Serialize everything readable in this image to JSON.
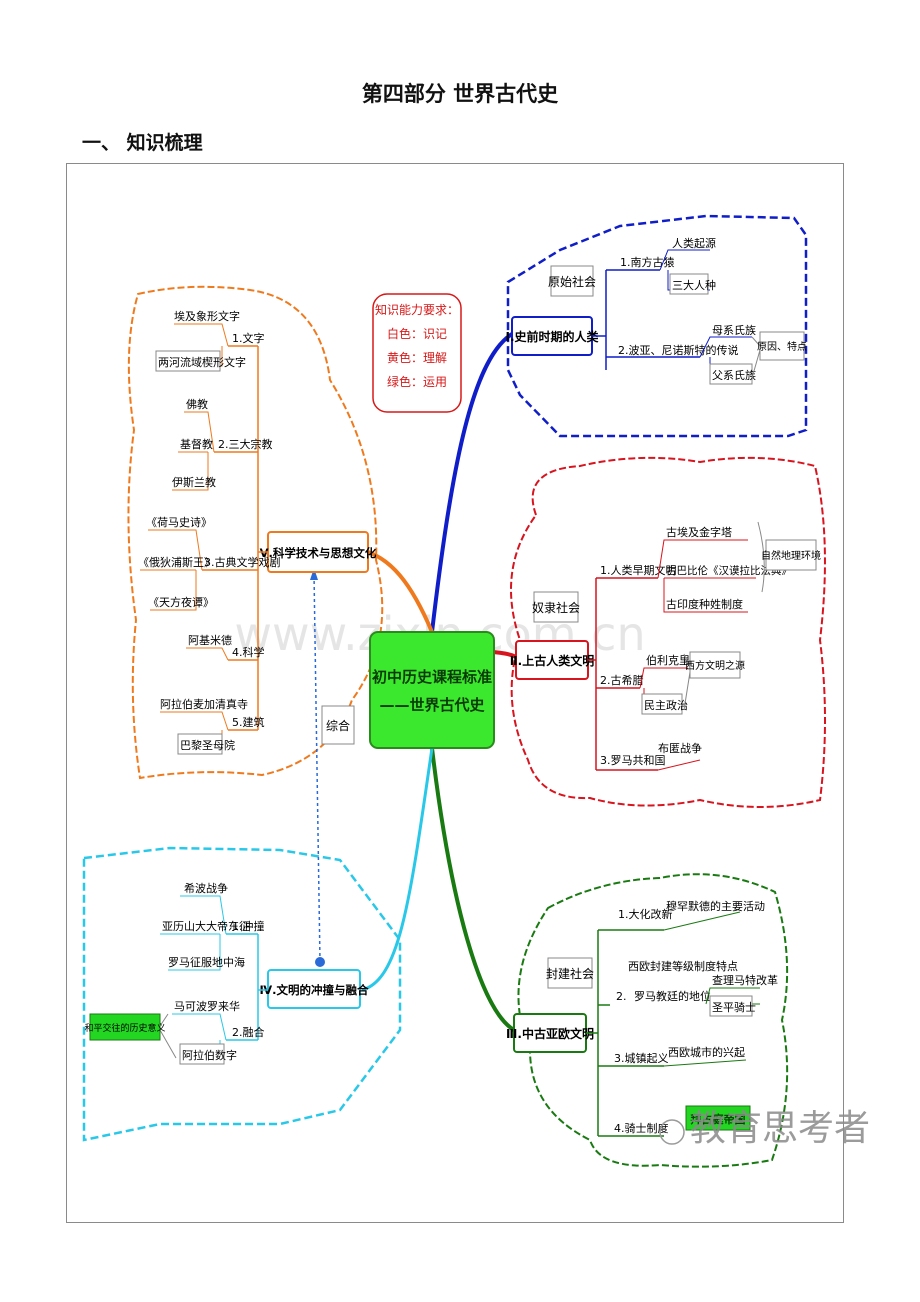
{
  "page": {
    "title": "第四部分  世界古代史",
    "section_heading": "一、  知识梳理"
  },
  "map": {
    "center": {
      "line1": "初中历史课程标准",
      "line2": "——世界古代史"
    },
    "legend": {
      "title": "知识能力要求：",
      "lines": [
        "白色：识记",
        "黄色：理解",
        "绿色：运用"
      ]
    },
    "watermark": "www.zixin.com.cn",
    "brand": "教育思考者",
    "branch1": {
      "title": "Ⅰ.史前时期的人类",
      "tag": "原始社会",
      "sub1": "1.南方古猿",
      "sub1_children": [
        "人类起源",
        "三大人种"
      ],
      "sub2": "2.波亚、尼诺斯特的传说",
      "sub2_children": [
        "母系氏族",
        "父系氏族"
      ],
      "note": "原因、特点"
    },
    "branch2": {
      "title": "Ⅱ.上古人类文明",
      "tag": "奴隶社会",
      "sub1": "1.人类早期文明",
      "sub1_children": [
        "古埃及金字塔",
        "古巴比伦《汉谟拉比法典》",
        "古印度种姓制度"
      ],
      "note1": "自然地理环境",
      "sub2": "2.古希腊",
      "sub2_children": [
        "伯利克里",
        "民主政治"
      ],
      "note2": "西方文明之源",
      "sub3": "3.罗马共和国",
      "sub3_children": [
        "布匿战争"
      ]
    },
    "branch3": {
      "title": "Ⅲ.中古亚欧文明",
      "tag": "封建社会",
      "sub1": "1.大化改新",
      "sub1_child": "穆罕默德的主要活动",
      "sub2": "2.",
      "sub2_lines": [
        "西欧封建等级制度特点",
        "罗马教廷的地位"
      ],
      "sub2_children": [
        "查理马特改革",
        "圣平骑士"
      ],
      "sub3": "3.城镇起义",
      "sub3_child": "西欧城市的兴起",
      "sub4": "4.骑士制度",
      "sub4_child": "拜占庭帝国"
    },
    "branch4": {
      "title": "Ⅳ.文明的冲撞与融合",
      "sub1": "1.冲撞",
      "sub1_children": [
        "希波战争",
        "亚历山大大帝东征",
        "罗马征服地中海"
      ],
      "sub2": "2.融合",
      "sub2_children": [
        "马可波罗来华",
        "阿拉伯数字"
      ],
      "note": "和平交往的历史意义"
    },
    "branch5": {
      "title": "Ⅴ.科学技术与思想文化",
      "sub1": "1.文字",
      "sub1_children": [
        "埃及象形文字",
        "两河流域楔形文字"
      ],
      "sub2": "2.三大宗教",
      "sub2_children": [
        "佛教",
        "基督教",
        "伊斯兰教"
      ],
      "sub3": "3.古典文学戏剧",
      "sub3_children": [
        "《荷马史诗》",
        "《俄狄浦斯王》",
        "《天方夜谭》"
      ],
      "sub4": "4.科学",
      "sub4_children": [
        "阿基米德"
      ],
      "sub5": "5.建筑",
      "sub5_children": [
        "阿拉伯麦加清真寺",
        "巴黎圣母院"
      ]
    },
    "link_label": "综合",
    "colors": {
      "branch1": "#0f1ec8",
      "branch2": "#d8141e",
      "branch3": "#1a7a12",
      "branch4": "#29c8e8",
      "branch5": "#ef7a1e",
      "center_fill": "#3ce82e",
      "legend_text": "#d81818",
      "note_fill": "#22d622"
    }
  }
}
